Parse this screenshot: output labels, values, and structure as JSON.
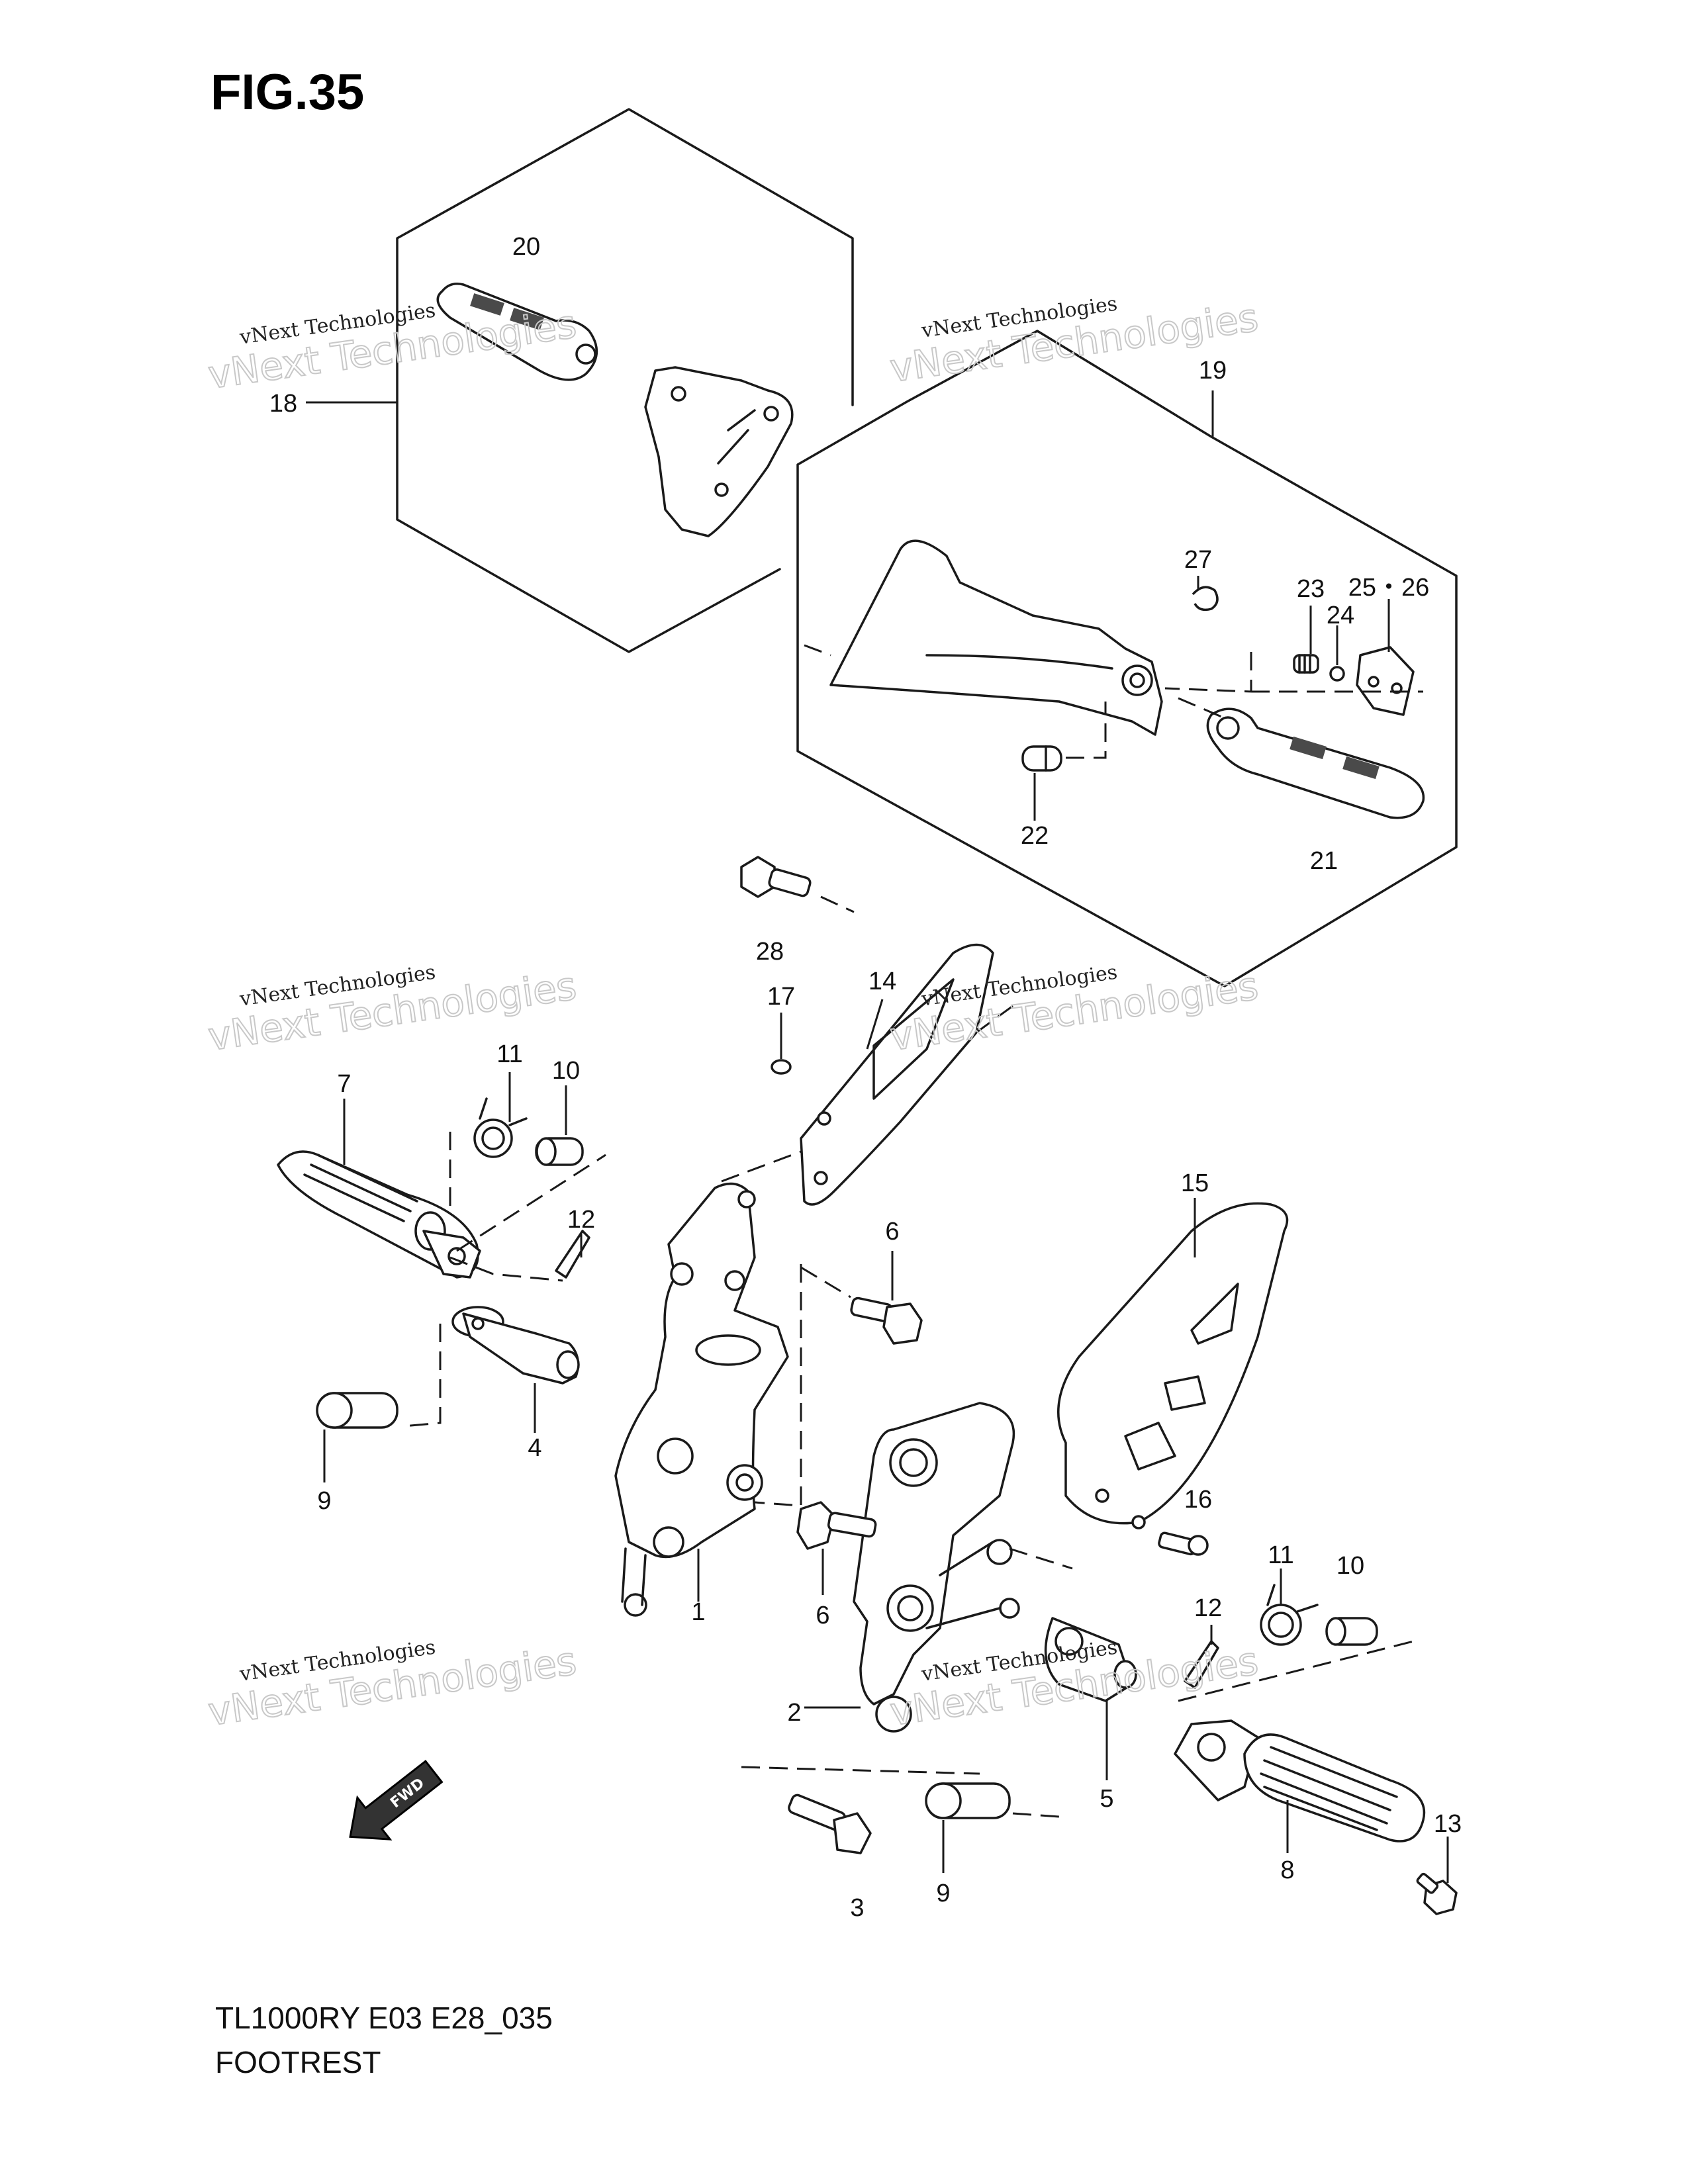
{
  "figure": {
    "title": "FIG.35",
    "model_code": "TL1000RY E03 E28_035",
    "section_name": "FOOTREST"
  },
  "watermark": {
    "line1": "vNext Technologies",
    "line2": "vNext Technologies"
  },
  "fwd_arrow_label": "FWD",
  "callouts": {
    "c1": "1",
    "c2": "2",
    "c3": "3",
    "c4": "4",
    "c5": "5",
    "c6a": "6",
    "c6b": "6",
    "c7": "7",
    "c8": "8",
    "c9a": "9",
    "c9b": "9",
    "c10a": "10",
    "c10b": "10",
    "c11a": "11",
    "c11b": "11",
    "c12a": "12",
    "c12b": "12",
    "c13": "13",
    "c14": "14",
    "c15": "15",
    "c16": "16",
    "c17": "17",
    "c18": "18",
    "c19": "19",
    "c20": "20",
    "c21": "21",
    "c22": "22",
    "c23": "23",
    "c24": "24",
    "c25_26": "25・26",
    "c27": "27",
    "c28": "28"
  }
}
